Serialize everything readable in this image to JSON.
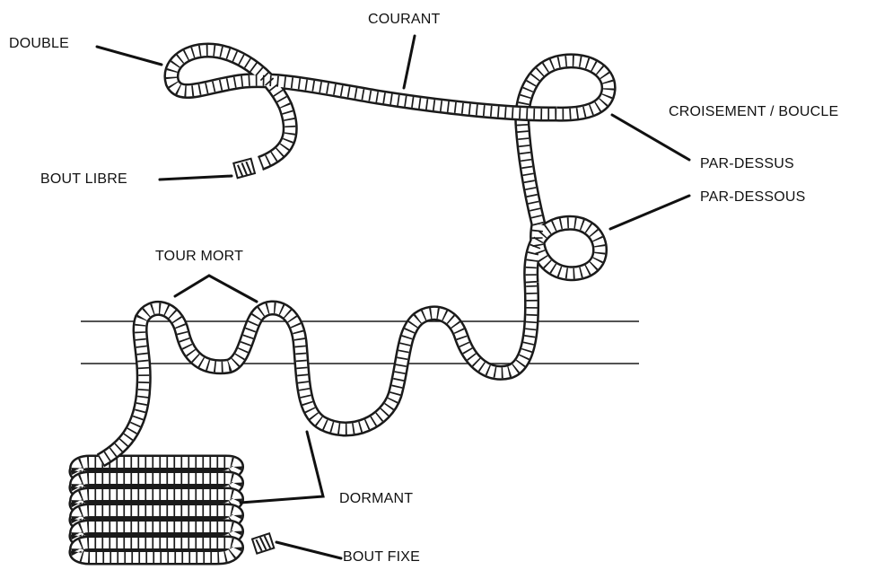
{
  "labels": {
    "double": "DOUBLE",
    "courant": "COURANT",
    "croisement": "CROISEMENT / BOUCLE",
    "par_dessus": "PAR-DESSUS",
    "par_dessous": "PAR-DESSOUS",
    "bout_libre": "BOUT LIBRE",
    "tour_mort": "TOUR MORT",
    "dormant": "DORMANT",
    "bout_fixe": "BOUT FIXE"
  },
  "colors": {
    "rope_outline": "#1a1a1a",
    "rope_fill": "#ffffff",
    "background": "#ffffff"
  }
}
